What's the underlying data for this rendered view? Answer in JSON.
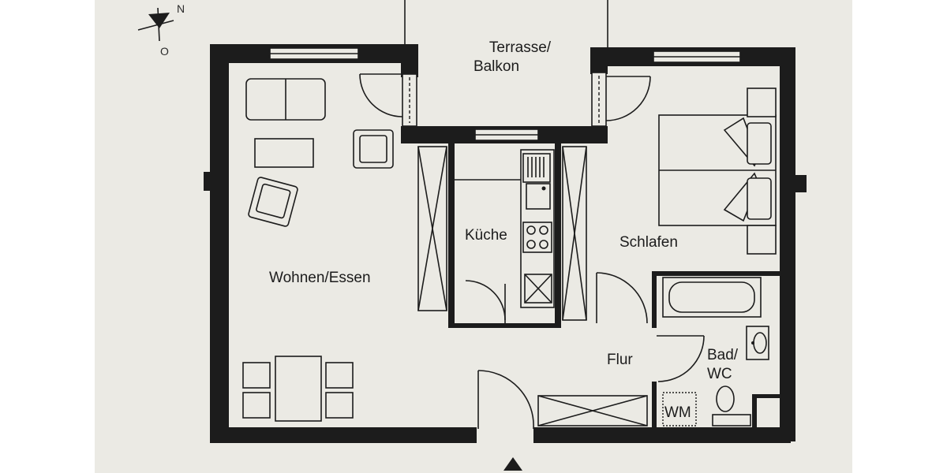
{
  "compass": {
    "north": "N",
    "south": "O"
  },
  "rooms": {
    "terrace_line1": "Terrasse/",
    "terrace_line2": "Balkon",
    "living": "Wohnen/Essen",
    "kitchen": "Küche",
    "bedroom": "Schlafen",
    "hall": "Flur",
    "bath_line1": "Bad/",
    "bath_line2": "WC",
    "washer": "WM"
  },
  "colors": {
    "wall": "#1c1c1c",
    "paper": "#ebeae4",
    "background": "#ffffff"
  },
  "icons": [
    "compass-icon",
    "entrance-arrow-icon"
  ]
}
